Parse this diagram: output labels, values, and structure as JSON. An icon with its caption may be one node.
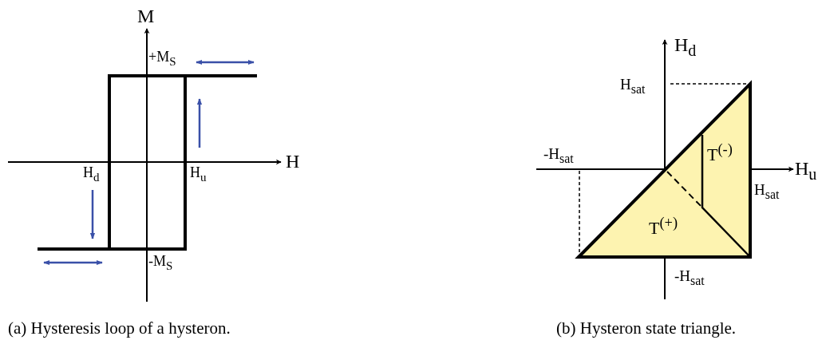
{
  "diagram": {
    "labels": [
      "M",
      "+M$_{S}$",
      "H",
      "H$_{d}$",
      "H$_{u}$",
      "-M$_{S}$",
      "H$_{d}$",
      "H$_{sat}$",
      "-H$_{sat}$",
      "T$^{(-)}$",
      "H$_{u}$",
      "H$_{sat}$",
      "T$^{(+)}$",
      "-H$_{sat}$",
      "(a) Hysteresis loop of a hysteron.",
      "(b) Hysteron state triangle."
    ]
  }
}
